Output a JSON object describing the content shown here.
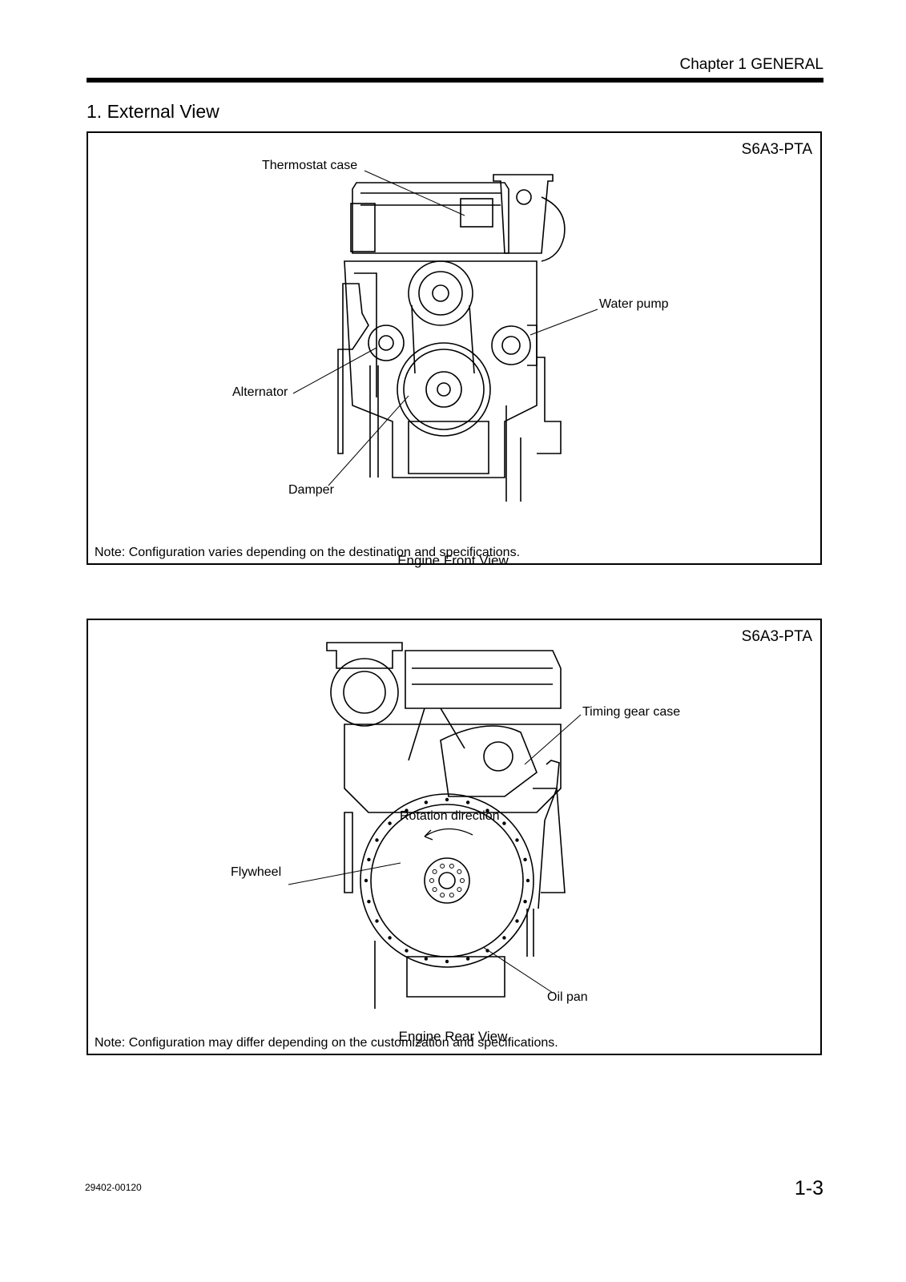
{
  "header": {
    "chapter": "Chapter 1  GENERAL"
  },
  "section": {
    "title": "1. External View"
  },
  "figure_front": {
    "model": "S6A3-PTA",
    "labels": {
      "thermostat_case": "Thermostat case",
      "water_pump": "Water pump",
      "alternator": "Alternator",
      "damper": "Damper"
    },
    "note": "Note: Configuration varies depending on the destination and specifications.",
    "caption": "Engine Front View"
  },
  "figure_rear": {
    "model": "S6A3-PTA",
    "labels": {
      "timing_gear_case": "Timing gear case",
      "rotation_direction": "Rotation direction",
      "flywheel": "Flywheel",
      "oil_pan": "Oil pan"
    },
    "note": "Note: Configuration may differ depending on the customization and specifications.",
    "caption": "Engine Rear View"
  },
  "footer": {
    "doc_number": "29402-00120",
    "page": "1-3"
  }
}
